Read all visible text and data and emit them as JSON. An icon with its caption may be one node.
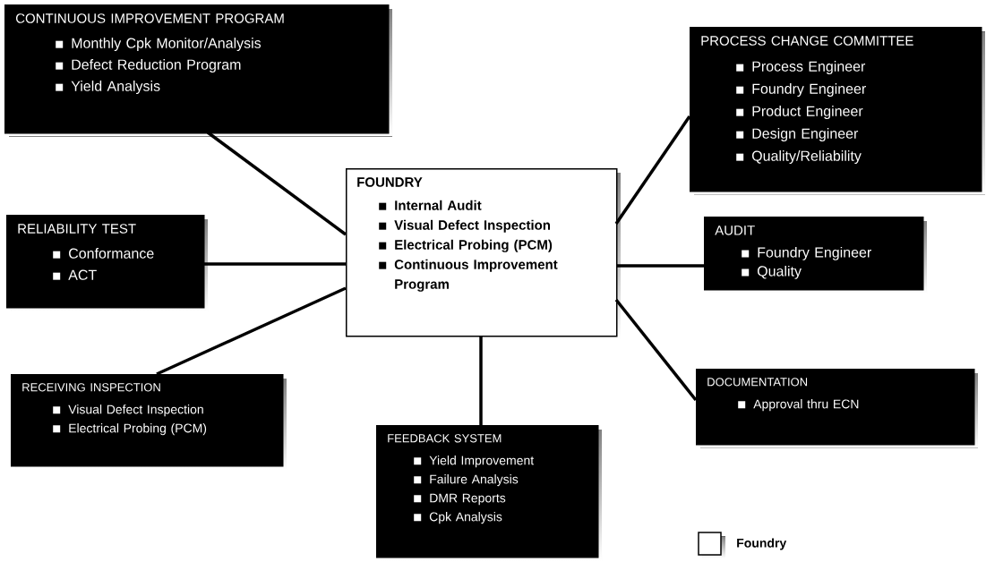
{
  "diagram": {
    "nodes": [
      {
        "text": [
          "CONTINUOUS IMPROVEMENT PROGRAM",
          "Monthly Cpk Monitor/Analysis",
          "Defect Reduction Program",
          "Yield Analysis"
        ]
      },
      {
        "text": [
          "PROCESS CHANGE COMMITTEE",
          "Process Engineer",
          "Foundry Engineer",
          "Product Engineer",
          "Design Engineer",
          "Quality/Reliability"
        ]
      },
      {
        "text": [
          "FOUNDRY",
          "Internal Audit",
          "Visual Defect Inspection",
          "Electrical Probing (PCM)",
          "Continuous Improvement Program"
        ]
      },
      {
        "text": [
          "RELIABILITY TEST",
          "Conformance",
          "ACT"
        ]
      },
      {
        "text": [
          "AUDIT",
          "Foundry Engineer",
          "Quality"
        ]
      },
      {
        "text": [
          "RECEIVING INSPECTION",
          "Visual Defect Inspection",
          "Electrical Probing (PCM)"
        ]
      },
      {
        "text": [
          "DOCUMENTATION",
          "Approval thru ECN"
        ]
      },
      {
        "text": [
          "FEEDBACK SYSTEM",
          "Yield Improvement",
          "Failure Analysis",
          "DMR Reports",
          "Cpk Analysis"
        ]
      }
    ],
    "edges": [
      {
        "from": 2,
        "to": 0,
        "arrow": "none"
      },
      {
        "from": 2,
        "to": 1,
        "arrow": "none"
      },
      {
        "from": 2,
        "to": 3,
        "arrow": "none"
      },
      {
        "from": 2,
        "to": 4,
        "arrow": "none"
      },
      {
        "from": 2,
        "to": 5,
        "arrow": "none"
      },
      {
        "from": 2,
        "to": 6,
        "arrow": "none"
      },
      {
        "from": 2,
        "to": 7,
        "arrow": "none"
      }
    ],
    "legend": [
      {
        "text": "Foundry"
      }
    ]
  }
}
